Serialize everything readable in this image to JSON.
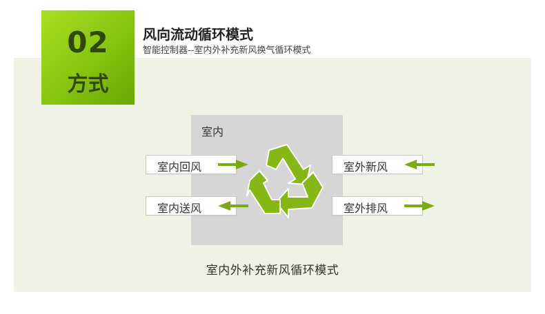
{
  "badge": {
    "number": "02",
    "text": "方式"
  },
  "header": {
    "title": "风向流动循环模式",
    "subtitle": "智能控制器--室内外补充新风换气循环模式"
  },
  "room": {
    "label": "室内"
  },
  "flows": {
    "return_air": "室内回风",
    "supply_air": "室内送风",
    "fresh_air": "室外新风",
    "exhaust_air": "室外排风"
  },
  "caption": "室内外补充新风循环模式",
  "colors": {
    "accent": "#8cc511",
    "arrow": "#7aab13",
    "recycle": "#86b815",
    "panel": "#eef3e6",
    "room": "#d6d6d6"
  }
}
